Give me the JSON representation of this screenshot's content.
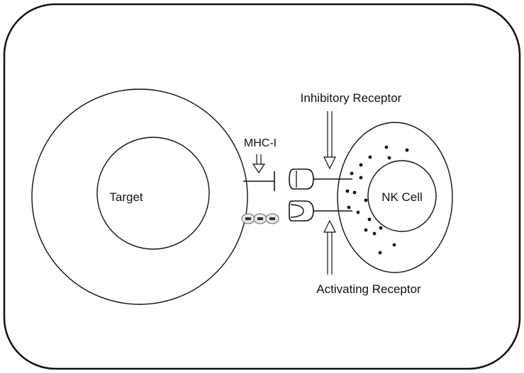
{
  "labels": {
    "target": "Target",
    "nk_cell": "NK Cell",
    "mhc": "MHC-I",
    "inhibitory_receptor": "Inhibitory Receptor",
    "activating_receptor": "Activating Receptor"
  },
  "colors": {
    "stroke": "#111111",
    "background": "#ffffff",
    "ligand_fill": "#e8e8e8"
  }
}
